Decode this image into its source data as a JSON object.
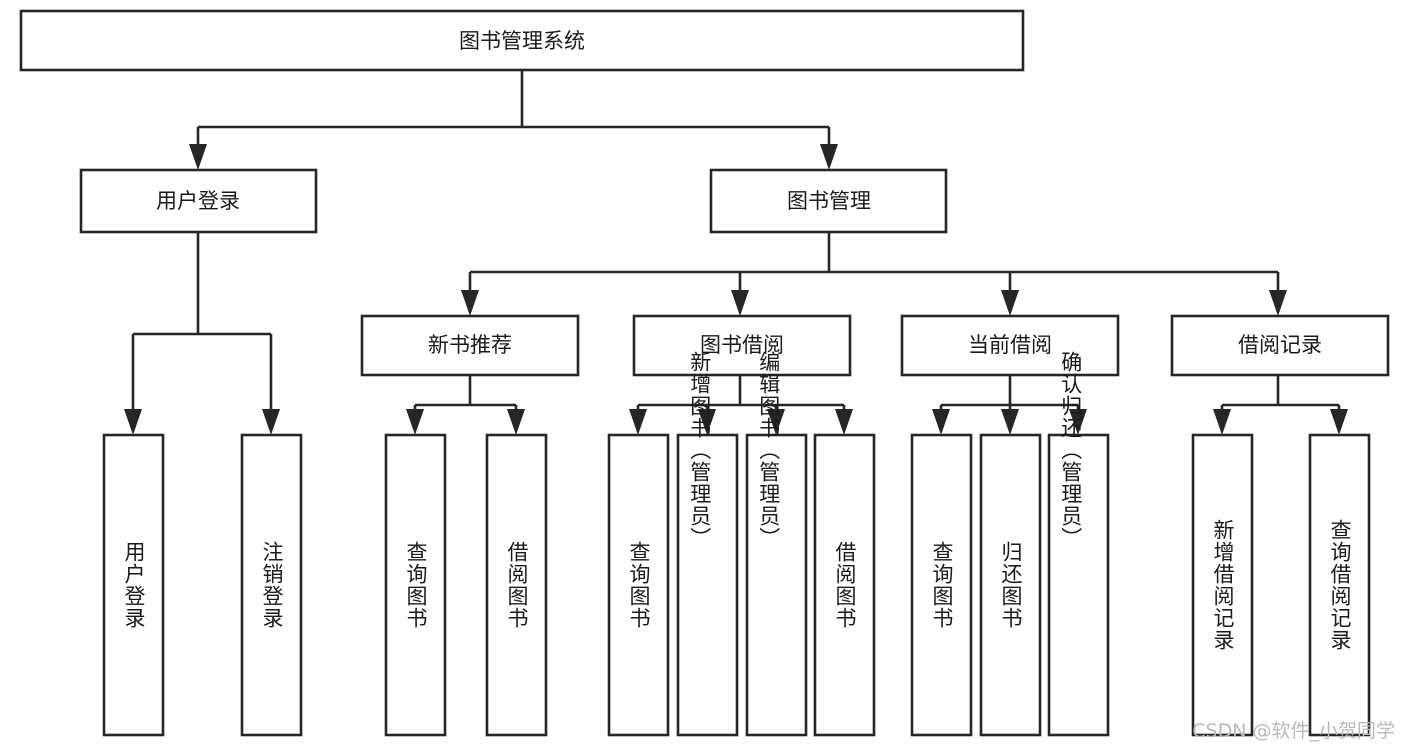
{
  "diagram": {
    "title": "图书管理系统",
    "type": "tree",
    "orientation": "top-down",
    "watermark": "CSDN @软件_小贺同学",
    "colors": {
      "background": "#ffffff",
      "box_fill": "#ffffff",
      "box_stroke": "#262626",
      "text": "#1a1a1a",
      "watermark": "#b9b9b9"
    },
    "root": {
      "label": "图书管理系统",
      "text_orientation": "horizontal"
    },
    "level2": [
      {
        "label": "用户登录",
        "text_orientation": "horizontal"
      },
      {
        "label": "图书管理",
        "text_orientation": "horizontal"
      }
    ],
    "level3": [
      {
        "label": "新书推荐",
        "text_orientation": "horizontal",
        "parent": "图书管理"
      },
      {
        "label": "图书借阅",
        "text_orientation": "horizontal",
        "parent": "图书管理"
      },
      {
        "label": "当前借阅",
        "text_orientation": "horizontal",
        "parent": "图书管理"
      },
      {
        "label": "借阅记录",
        "text_orientation": "horizontal",
        "parent": "图书管理"
      }
    ],
    "leaves": {
      "用户登录": [
        {
          "label": "用户登录",
          "text_orientation": "vertical"
        },
        {
          "label": "注销登录",
          "text_orientation": "vertical"
        }
      ],
      "新书推荐": [
        {
          "label": "查询图书",
          "text_orientation": "vertical"
        },
        {
          "label": "借阅图书",
          "text_orientation": "vertical"
        }
      ],
      "图书借阅": [
        {
          "label": "查询图书",
          "text_orientation": "vertical"
        },
        {
          "label": "新增图书（管理员）",
          "text_orientation": "vertical"
        },
        {
          "label": "编辑图书（管理员）",
          "text_orientation": "vertical"
        },
        {
          "label": "借阅图书",
          "text_orientation": "vertical"
        }
      ],
      "当前借阅": [
        {
          "label": "查询图书",
          "text_orientation": "vertical"
        },
        {
          "label": "归还图书",
          "text_orientation": "vertical"
        },
        {
          "label": "确认归还（管理员）",
          "text_orientation": "vertical"
        }
      ],
      "借阅记录": [
        {
          "label": "新增借阅记录",
          "text_orientation": "vertical"
        },
        {
          "label": "查询借阅记录",
          "text_orientation": "vertical"
        }
      ]
    }
  }
}
